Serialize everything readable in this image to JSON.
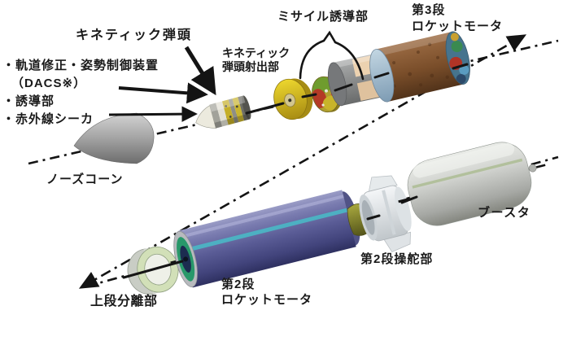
{
  "diagram": {
    "kind": "missile-exploded-view",
    "labels": {
      "kinetic_warhead": "キネティック弾頭",
      "ejection": [
        "キネティック",
        "弾頭射出部"
      ],
      "missile_guidance": "ミサイル誘導部",
      "stage3": [
        "第3段",
        "ロケットモータ"
      ],
      "spec_list": [
        "・軌道修正・姿勢制御装置",
        "（DACS※）",
        "・誘導部",
        "・赤外線シーカ"
      ],
      "nose_cone": "ノーズコーン",
      "separation": "上段分離部",
      "stage2": [
        "第2段",
        "ロケットモータ"
      ],
      "steering": "第2段操舵部",
      "booster": "ブースタ"
    },
    "colors": {
      "text": "#1a1a1a",
      "line": "#141414",
      "ejection_disc_yellow": "#d8c020",
      "stage3_body_brown": "#7a4e2a",
      "stage3_cap_blue": "#a4bed2",
      "guidance_panel_tan": "#ecd2b0",
      "stage2_body_purple": "#5a5c96",
      "stage2_stripe_cyan": "#4cb4c4",
      "stage2_face_teal": "#28986a",
      "separation_ring_green": "#d2e0b8",
      "booster_grey": "#c6c8c4",
      "nozzle_olive": "#80802c"
    }
  }
}
